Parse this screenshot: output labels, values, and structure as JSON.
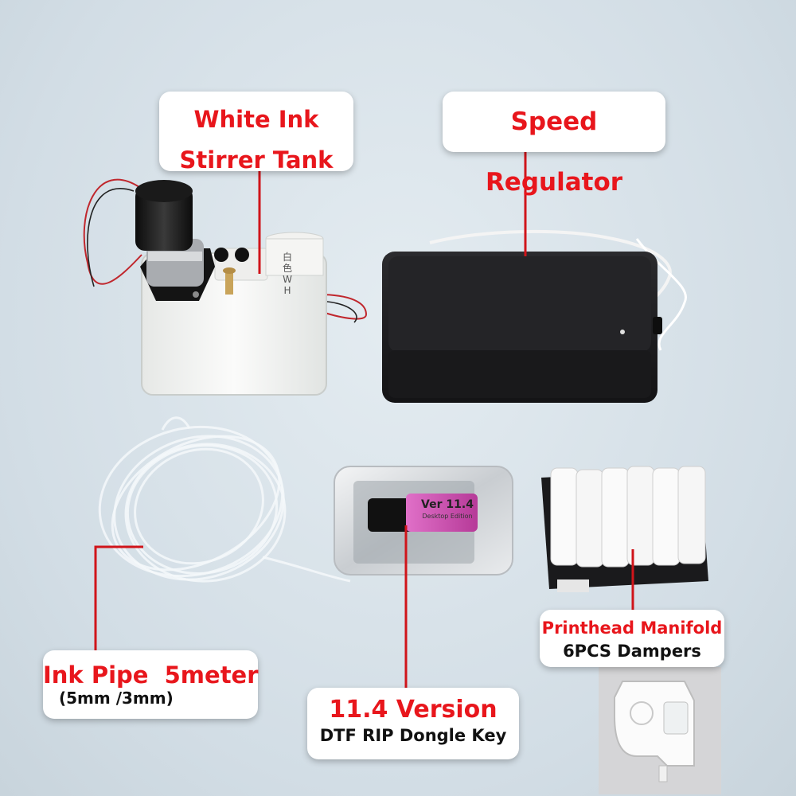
{
  "labels": {
    "stirrer_tank": {
      "line1": "White Ink",
      "line2": "Stirrer Tank"
    },
    "speed_regulator": {
      "title": "Speed Regulator"
    },
    "ink_pipe": {
      "title": "Ink Pipe  5meter",
      "sub": "(5mm /3mm)"
    },
    "dongle": {
      "title": "11.4 Version",
      "sub": "DTF RIP Dongle Key"
    },
    "manifold": {
      "title": "Printhead Manifold",
      "sub": "6PCS Dampers"
    }
  },
  "product_markings": {
    "tank_cap": "白色 W H",
    "usb_version": "Ver 11.4",
    "usb_edition": "Desktop Edition"
  },
  "colors": {
    "label_red": "#e8161c",
    "leader_line": "#d0141a",
    "regulator_black": "#1c1c1e",
    "tank_white": "#f2f3f1",
    "usb_pink": "#d24fb3"
  }
}
